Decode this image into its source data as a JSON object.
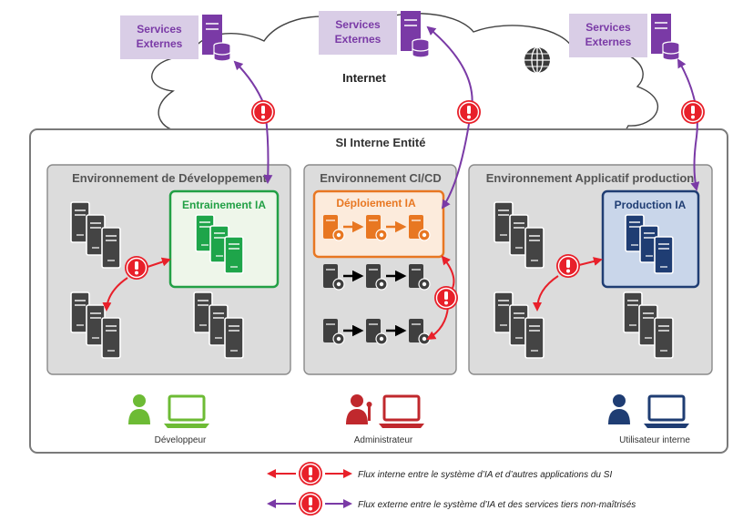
{
  "external_services": [
    {
      "line1": "Services",
      "line2": "Externes"
    },
    {
      "line1": "Services",
      "line2": "Externes"
    },
    {
      "line1": "Services",
      "line2": "Externes"
    }
  ],
  "internet_label": "Internet",
  "entity_title": "SI Interne Entité",
  "environments": {
    "dev": {
      "title": "Environnement de Développement",
      "ai_box": "Entrainement IA"
    },
    "cicd": {
      "title": "Environnement CI/CD",
      "ai_box": "Déploiement IA"
    },
    "prod": {
      "title": "Environnement Applicatif production",
      "ai_box": "Production IA"
    }
  },
  "users": {
    "developer": "Développeur",
    "admin": "Administrateur",
    "internal": "Utilisateur interne"
  },
  "legend": {
    "internal_flow": "Flux interne entre le système d’IA et d’autres applications du SI",
    "external_flow": "Flux externe entre le système d’IA et des services tiers non-maîtrisés"
  },
  "colors": {
    "internal_flow": "#e8202a",
    "external_flow": "#7a3aa6",
    "dev_accent": "#22a045",
    "cicd_accent": "#e87722",
    "prod_accent": "#1f3d73",
    "admin_accent": "#c0282d",
    "service_box": "#d9cde6",
    "env_bg": "#dcdcdc"
  }
}
